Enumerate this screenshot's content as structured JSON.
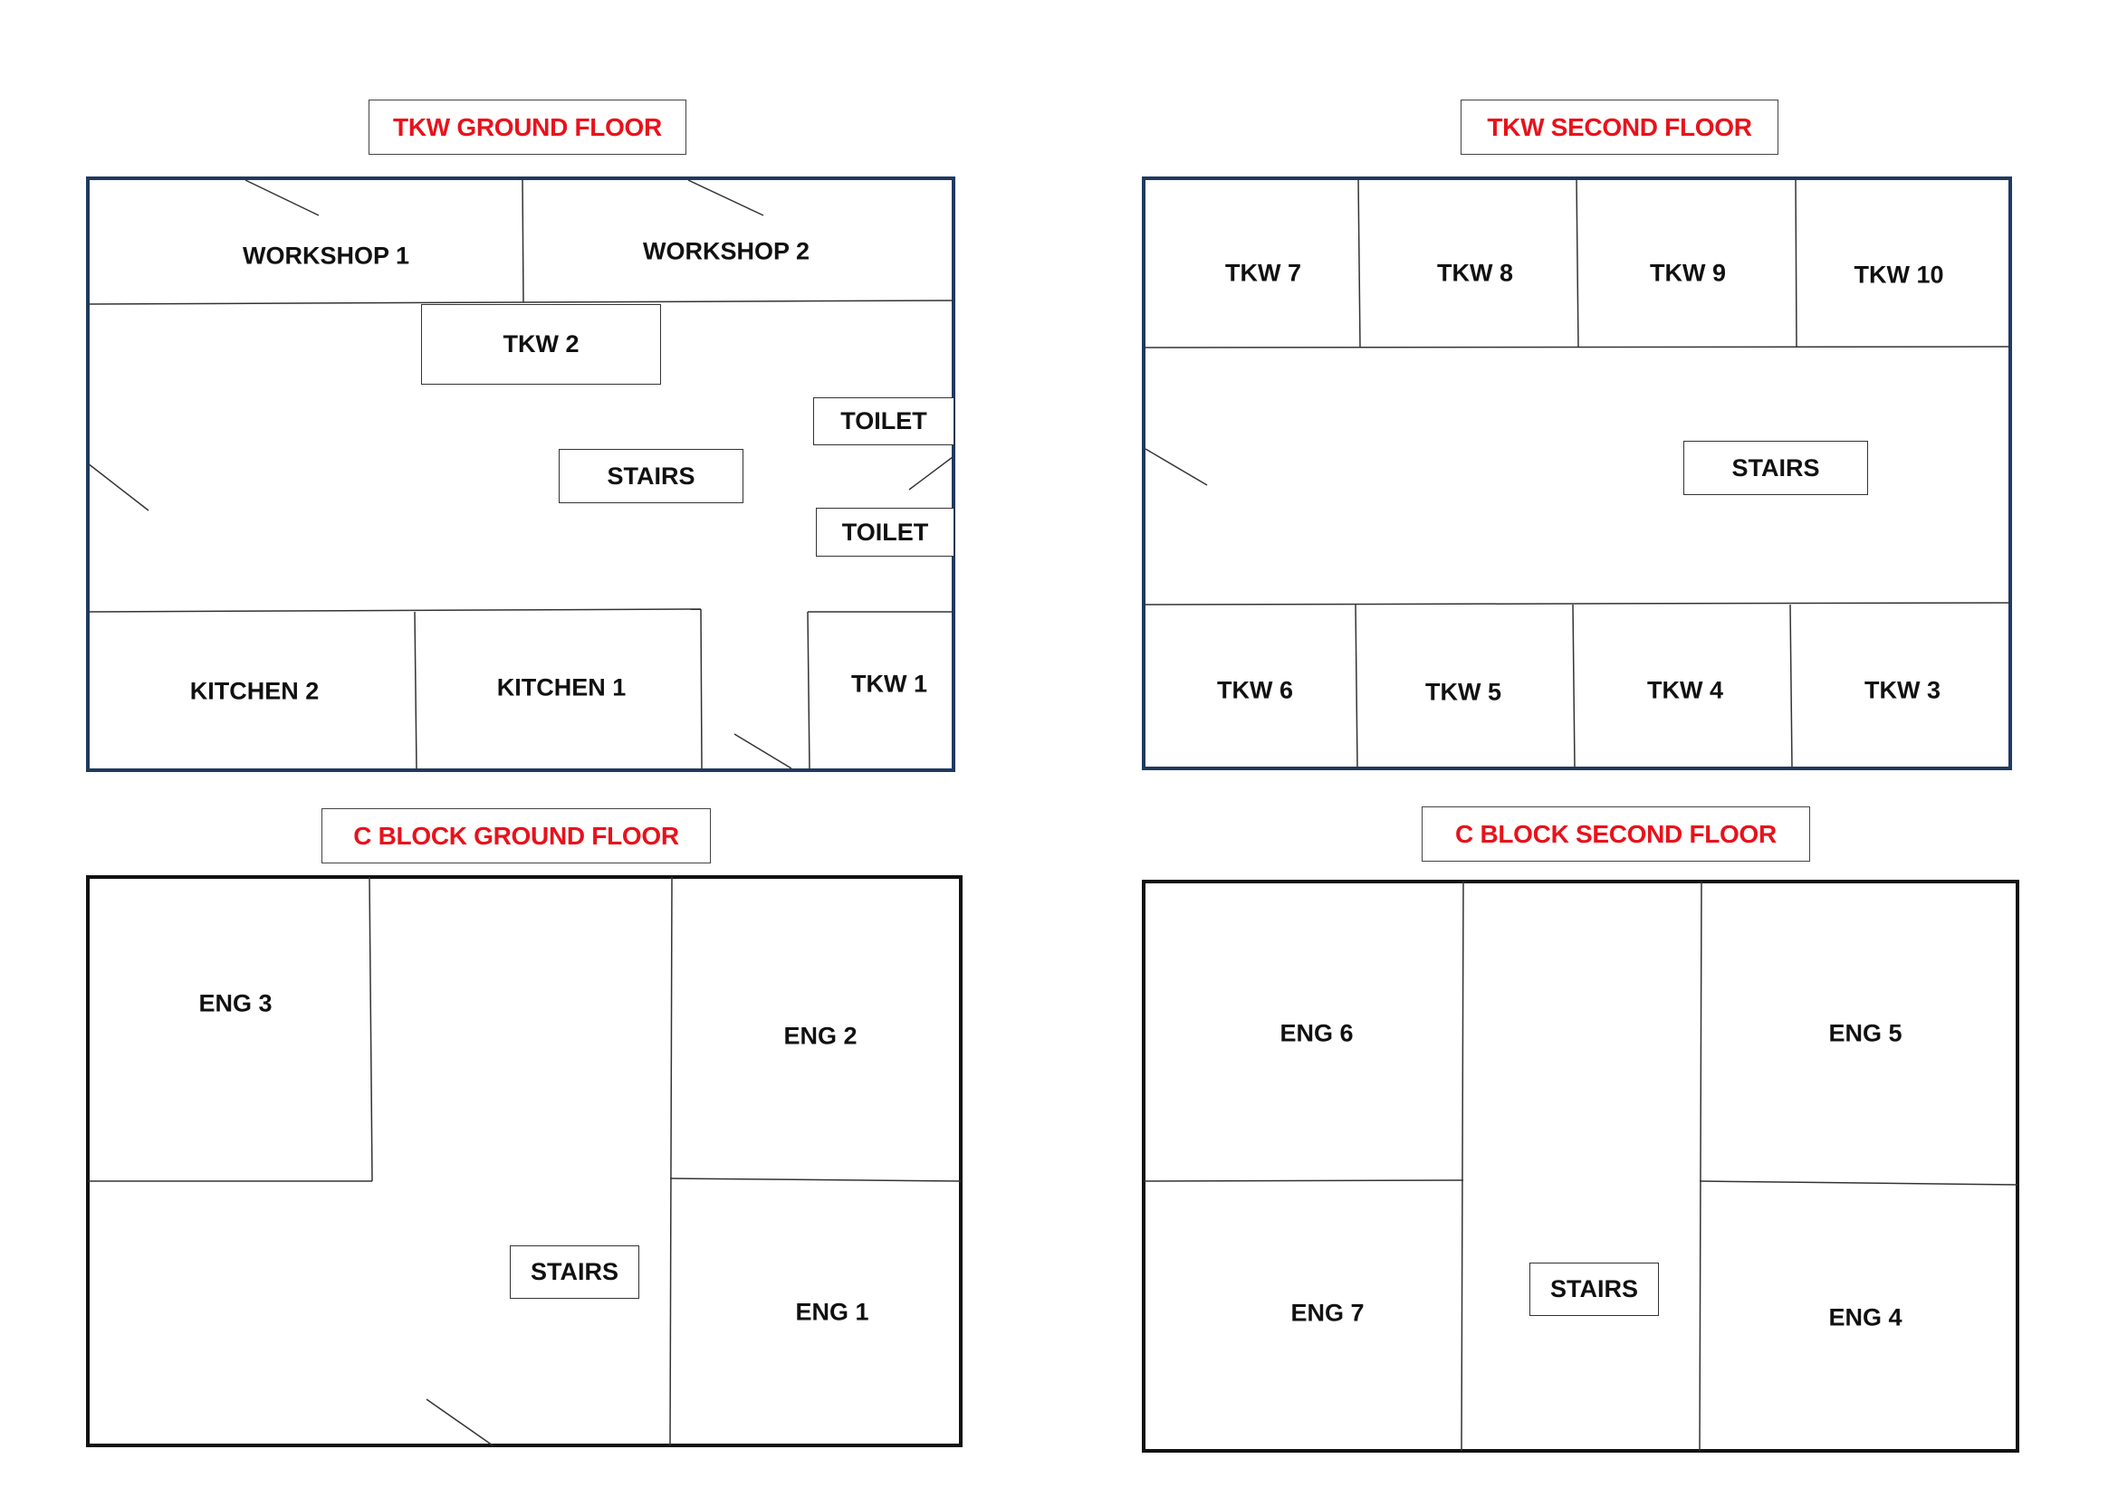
{
  "titles": {
    "tkw_ground": "TKW GROUND FLOOR",
    "tkw_second": "TKW SECOND FLOOR",
    "c_ground": "C BLOCK GROUND FLOOR",
    "c_second": "C BLOCK SECOND FLOOR"
  },
  "tkw_ground": {
    "workshop1": "WORKSHOP 1",
    "workshop2": "WORKSHOP 2",
    "tkw2": "TKW 2",
    "toilet_a": "TOILET",
    "toilet_b": "TOILET",
    "stairs": "STAIRS",
    "kitchen2": "KITCHEN 2",
    "kitchen1": "KITCHEN 1",
    "tkw1": "TKW 1"
  },
  "tkw_second": {
    "tkw7": "TKW 7",
    "tkw8": "TKW 8",
    "tkw9": "TKW 9",
    "tkw10": "TKW 10",
    "stairs": "STAIRS",
    "tkw6": "TKW 6",
    "tkw5": "TKW 5",
    "tkw4": "TKW 4",
    "tkw3": "TKW 3"
  },
  "c_ground": {
    "eng3": "ENG 3",
    "eng2": "ENG 2",
    "stairs": "STAIRS",
    "eng1": "ENG 1"
  },
  "c_second": {
    "eng6": "ENG 6",
    "eng5": "ENG 5",
    "eng7": "ENG 7",
    "stairs": "STAIRS",
    "eng4": "ENG 4"
  },
  "colors": {
    "title_text": "#e8121b",
    "outline_navy": "#1f3a5f",
    "outline_black": "#111111"
  }
}
